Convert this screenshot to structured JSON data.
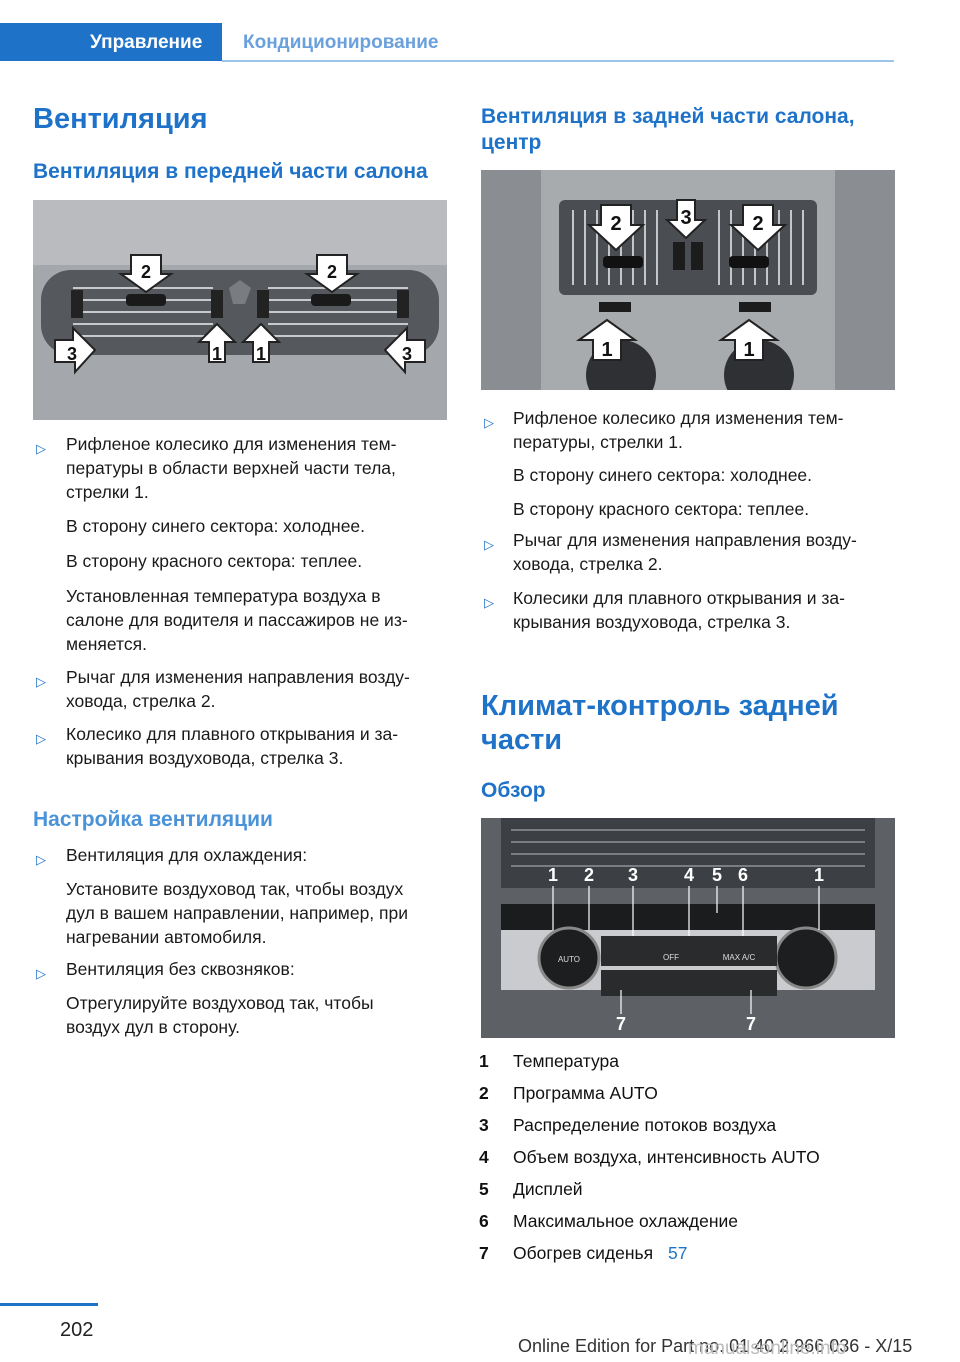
{
  "header": {
    "tab_active": "Управление",
    "tab_inactive": "Кондиционирование"
  },
  "left": {
    "title": "Вентиляция",
    "subtitle": "Вентиляция в передней части салона",
    "figure_labels": [
      "2",
      "2",
      "3",
      "1",
      "1",
      "3"
    ],
    "bullets": [
      {
        "text": "Рифленое колесико для изменения тем-пературы в области верхней части тела, стрелки 1.",
        "lines": [
          "Рифленое колесико для изменения тем-",
          "пературы в области верхней части тела,",
          "стрелки 1."
        ],
        "sub": [
          [
            "В сторону синего сектора: холоднее."
          ],
          [
            "В сторону красного сектора: теплее."
          ],
          [
            "Установленная температура воздуха в",
            "салоне для водителя и пассажиров не из-",
            "меняется."
          ]
        ]
      },
      {
        "lines": [
          "Рычаг для изменения направления возду-",
          "ховода, стрелка 2."
        ]
      },
      {
        "lines": [
          "Колесико для плавного открывания и за-",
          "крывания воздуховода, стрелка 3."
        ]
      }
    ],
    "section2_title": "Настройка вентиляции",
    "bullets2": [
      {
        "lines": [
          "Вентиляция для охлаждения:"
        ],
        "sub": [
          [
            "Установите воздуховод так, чтобы воздух",
            "дул в вашем направлении, например, при",
            "нагревании автомобиля."
          ]
        ]
      },
      {
        "lines": [
          "Вентиляция без сквозняков:"
        ],
        "sub": [
          [
            "Отрегулируйте воздуховод так, чтобы",
            "воздух дул в сторону."
          ]
        ]
      }
    ]
  },
  "right": {
    "title_lines": [
      "Вентиляция в задней части салона,",
      "центр"
    ],
    "figure_labels": [
      "2",
      "3",
      "2",
      "1",
      "1"
    ],
    "bullets": [
      {
        "lines": [
          "Рифленое колесико для изменения тем-",
          "пературы, стрелки 1."
        ],
        "sub": [
          [
            "В сторону синего сектора: холоднее."
          ],
          [
            "В сторону красного сектора: теплее."
          ]
        ]
      },
      {
        "lines": [
          "Рычаг для изменения направления возду-",
          "ховода, стрелка 2."
        ]
      },
      {
        "lines": [
          "Колесики для плавного открывания и за-",
          "крывания воздуховода, стрелка 3."
        ]
      }
    ],
    "section_title_lines": [
      "Климат-контроль задней",
      "части"
    ],
    "overview_title": "Обзор",
    "panel_labels": {
      "top": [
        "1",
        "2",
        "3",
        "4",
        "5",
        "6",
        "1"
      ],
      "bottom": [
        "7",
        "7"
      ],
      "buttons": [
        "AUTO",
        "OFF",
        "MAX A/C"
      ]
    },
    "legend": [
      {
        "num": "1",
        "text": "Температура"
      },
      {
        "num": "2",
        "text": "Программа AUTO"
      },
      {
        "num": "3",
        "text": "Распределение потоков воздуха"
      },
      {
        "num": "4",
        "text": "Объем воздуха, интенсивность AUTO"
      },
      {
        "num": "5",
        "text": "Дисплей"
      },
      {
        "num": "6",
        "text": "Максимальное охлаждение"
      },
      {
        "num": "7",
        "text": "Обогрев сиденья",
        "link": "57"
      }
    ]
  },
  "footer": {
    "page_number": "202",
    "edition": "Online Edition for Part no. 01 40 2 966 036 - X/15",
    "watermark": "manualsonline.info"
  }
}
